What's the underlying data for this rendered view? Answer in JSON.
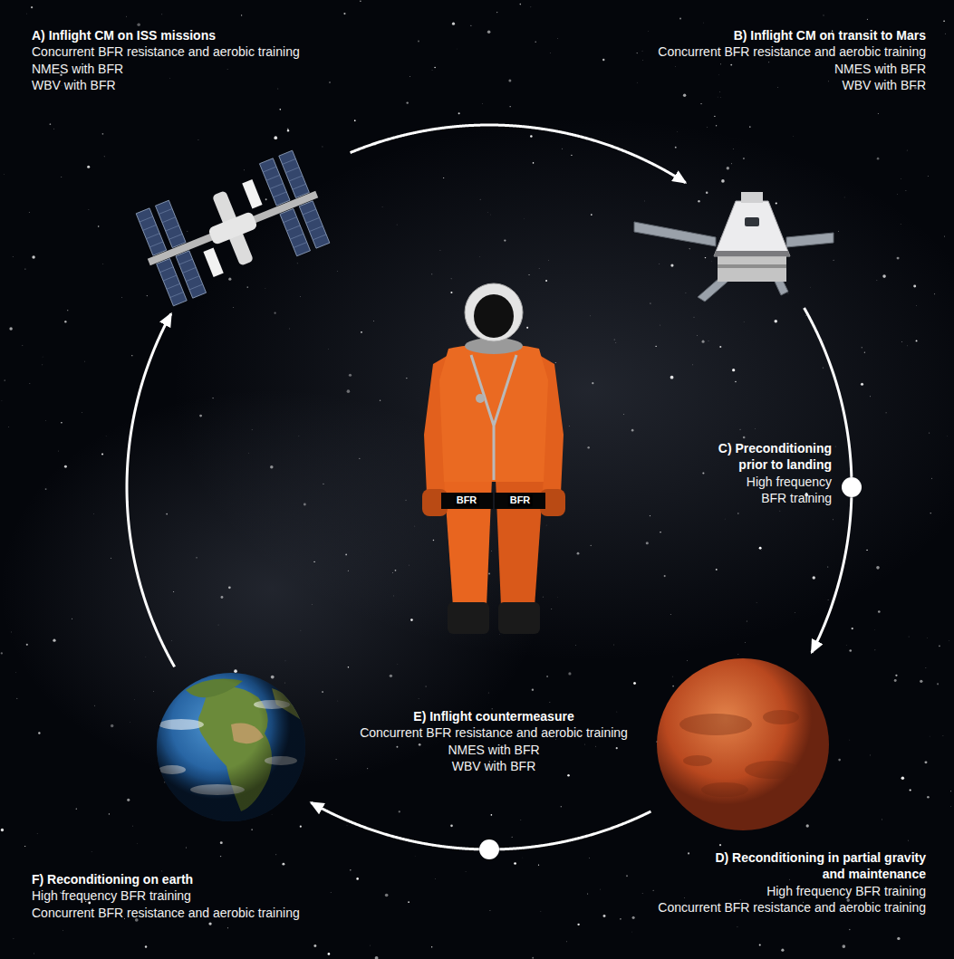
{
  "diagram": {
    "nodes": [
      {
        "text": [
          "A) Inflight CM on ISS missions",
          "Concurrent BFR resistance and aerobic training",
          "NMES with BFR",
          "WBV with BFR"
        ]
      },
      {
        "text": [
          "B) Inflight CM on transit to Mars",
          "Concurrent BFR resistance and aerobic training",
          "NMES with BFR",
          "WBV with BFR"
        ]
      },
      {
        "text": [
          "C) Preconditioning prior to landing",
          "High frequency BFR training"
        ]
      },
      {
        "text": [
          "D) Reconditioning in partial gravity and maintenance",
          "High frequency BFR training",
          "Concurrent BFR resistance and aerobic training"
        ]
      },
      {
        "text": [
          "E) Inflight countermeasure",
          "Concurrent BFR resistance and aerobic training",
          "NMES with BFR",
          "WBV with BFR"
        ]
      },
      {
        "text": [
          "F) Reconditioning on earth",
          "High frequency BFR training",
          "Concurrent BFR resistance and aerobic training"
        ]
      }
    ],
    "edges": [
      {
        "from": 0,
        "to": 1,
        "arrow": "to"
      },
      {
        "from": 1,
        "to": 2,
        "arrow": "none"
      },
      {
        "from": 2,
        "to": 3,
        "arrow": "to"
      },
      {
        "from": 3,
        "to": 4,
        "arrow": "none"
      },
      {
        "from": 4,
        "to": 5,
        "arrow": "to"
      },
      {
        "from": 5,
        "to": 0,
        "arrow": "to"
      }
    ],
    "labels": [
      "BFR",
      "BFR"
    ]
  }
}
